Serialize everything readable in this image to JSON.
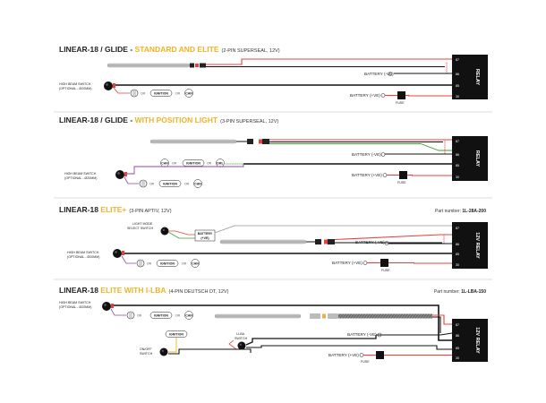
{
  "sections": [
    {
      "title_prefix": "LINEAR-18 / GLIDE - ",
      "title_accent": "STANDARD AND ELITE",
      "subtitle": "(2-PIN SUPERSEAL, 12V)",
      "relay_label": "RELAY",
      "pins": [
        "87",
        "86",
        "85",
        "30"
      ],
      "battery_neg": "BATTERY (-VE)",
      "battery_pos": "BATTERY (+VE)",
      "fuse": "FUSE",
      "switch_label": [
        "HIGH BEAM SWITCH",
        "(OPTIONAL - Ø20MM)"
      ],
      "options": [
        "IGNITION",
        "CAN"
      ],
      "or_text": "OR"
    },
    {
      "title_prefix": "LINEAR-18 / GLIDE - ",
      "title_accent": "WITH POSITION LIGHT",
      "subtitle": "(3-PIN SUPERSEAL, 12V)",
      "relay_label": "RELAY",
      "pins": [
        "87",
        "86",
        "85",
        "30"
      ],
      "battery_neg": "BATTERY (-VE)",
      "battery_pos": "BATTERY (+VE)",
      "fuse": "FUSE",
      "switch_label": [
        "HIGH BEAM SWITCH",
        "(OPTIONAL - Ø20MM)"
      ],
      "position_options": [
        "CAN",
        "IGNITION",
        "DRL"
      ],
      "options": [
        "IGNITION",
        "CAN"
      ],
      "or_text": "OR"
    },
    {
      "title_prefix": "LINEAR-18 ",
      "title_accent": "ELITE+",
      "subtitle": "(3-PIN APTIV, 12V)",
      "part_label": "Part number: ",
      "part_number": "1L-28A-200",
      "relay_label": "12V RELAY",
      "pins": [
        "87",
        "86",
        "85",
        "30"
      ],
      "battery_neg": "BATTERY (-VE)",
      "battery_pos": "BATTERY (+VE)",
      "fuse": "FUSE",
      "mode_switch": [
        "LIGHT MODE",
        "SELECT SWITCH"
      ],
      "mode_battery": [
        "BATTERY",
        "(+VE)"
      ],
      "switch_label": [
        "HIGH BEAM SWITCH",
        "(OPTIONAL - Ø20MM)"
      ],
      "options": [
        "IGNITION",
        "CAN"
      ],
      "or_text": "OR"
    },
    {
      "title_prefix": "LINEAR-18 ",
      "title_accent": "ELITE WITH I-LBA",
      "subtitle": "(4-PIN DEUTSCH DT, 12V)",
      "part_label": "Part number: ",
      "part_number": "1L-LBA-150",
      "relay_label": "12V RELAY",
      "pins": [
        "87",
        "86",
        "85",
        "30"
      ],
      "battery_neg": "BATTERY (-VE)",
      "battery_pos": "BATTERY (+VE)",
      "fuse": "FUSE",
      "switch_label": [
        "HIGH BEAM SWITCH",
        "(OPTIONAL - Ø20MM)"
      ],
      "ignition": "IGNITION",
      "lba_switch": [
        "I-LBA",
        "SWITCH"
      ],
      "onoff_switch": [
        "ON/OFF",
        "SWITCH"
      ],
      "options": [
        "IGNITION",
        "CAN"
      ],
      "or_text": "OR"
    }
  ]
}
